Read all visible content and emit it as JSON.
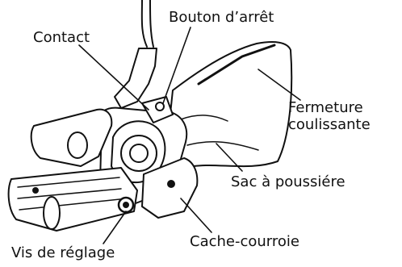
{
  "diagram": {
    "subject": "belt-sander-parts",
    "callouts": {
      "contact": "Contact",
      "bouton_arret": "Bouton d’arrêt",
      "fermeture": [
        "Fermeture",
        "coulissante"
      ],
      "sac": "Sac à poussiére",
      "cache_courroie": "Cache-courroie",
      "vis_reglage": "Vis de réglage"
    },
    "colors": {
      "line": "#111111",
      "fill": "#ffffff",
      "shade": "#cfcfcf"
    }
  }
}
